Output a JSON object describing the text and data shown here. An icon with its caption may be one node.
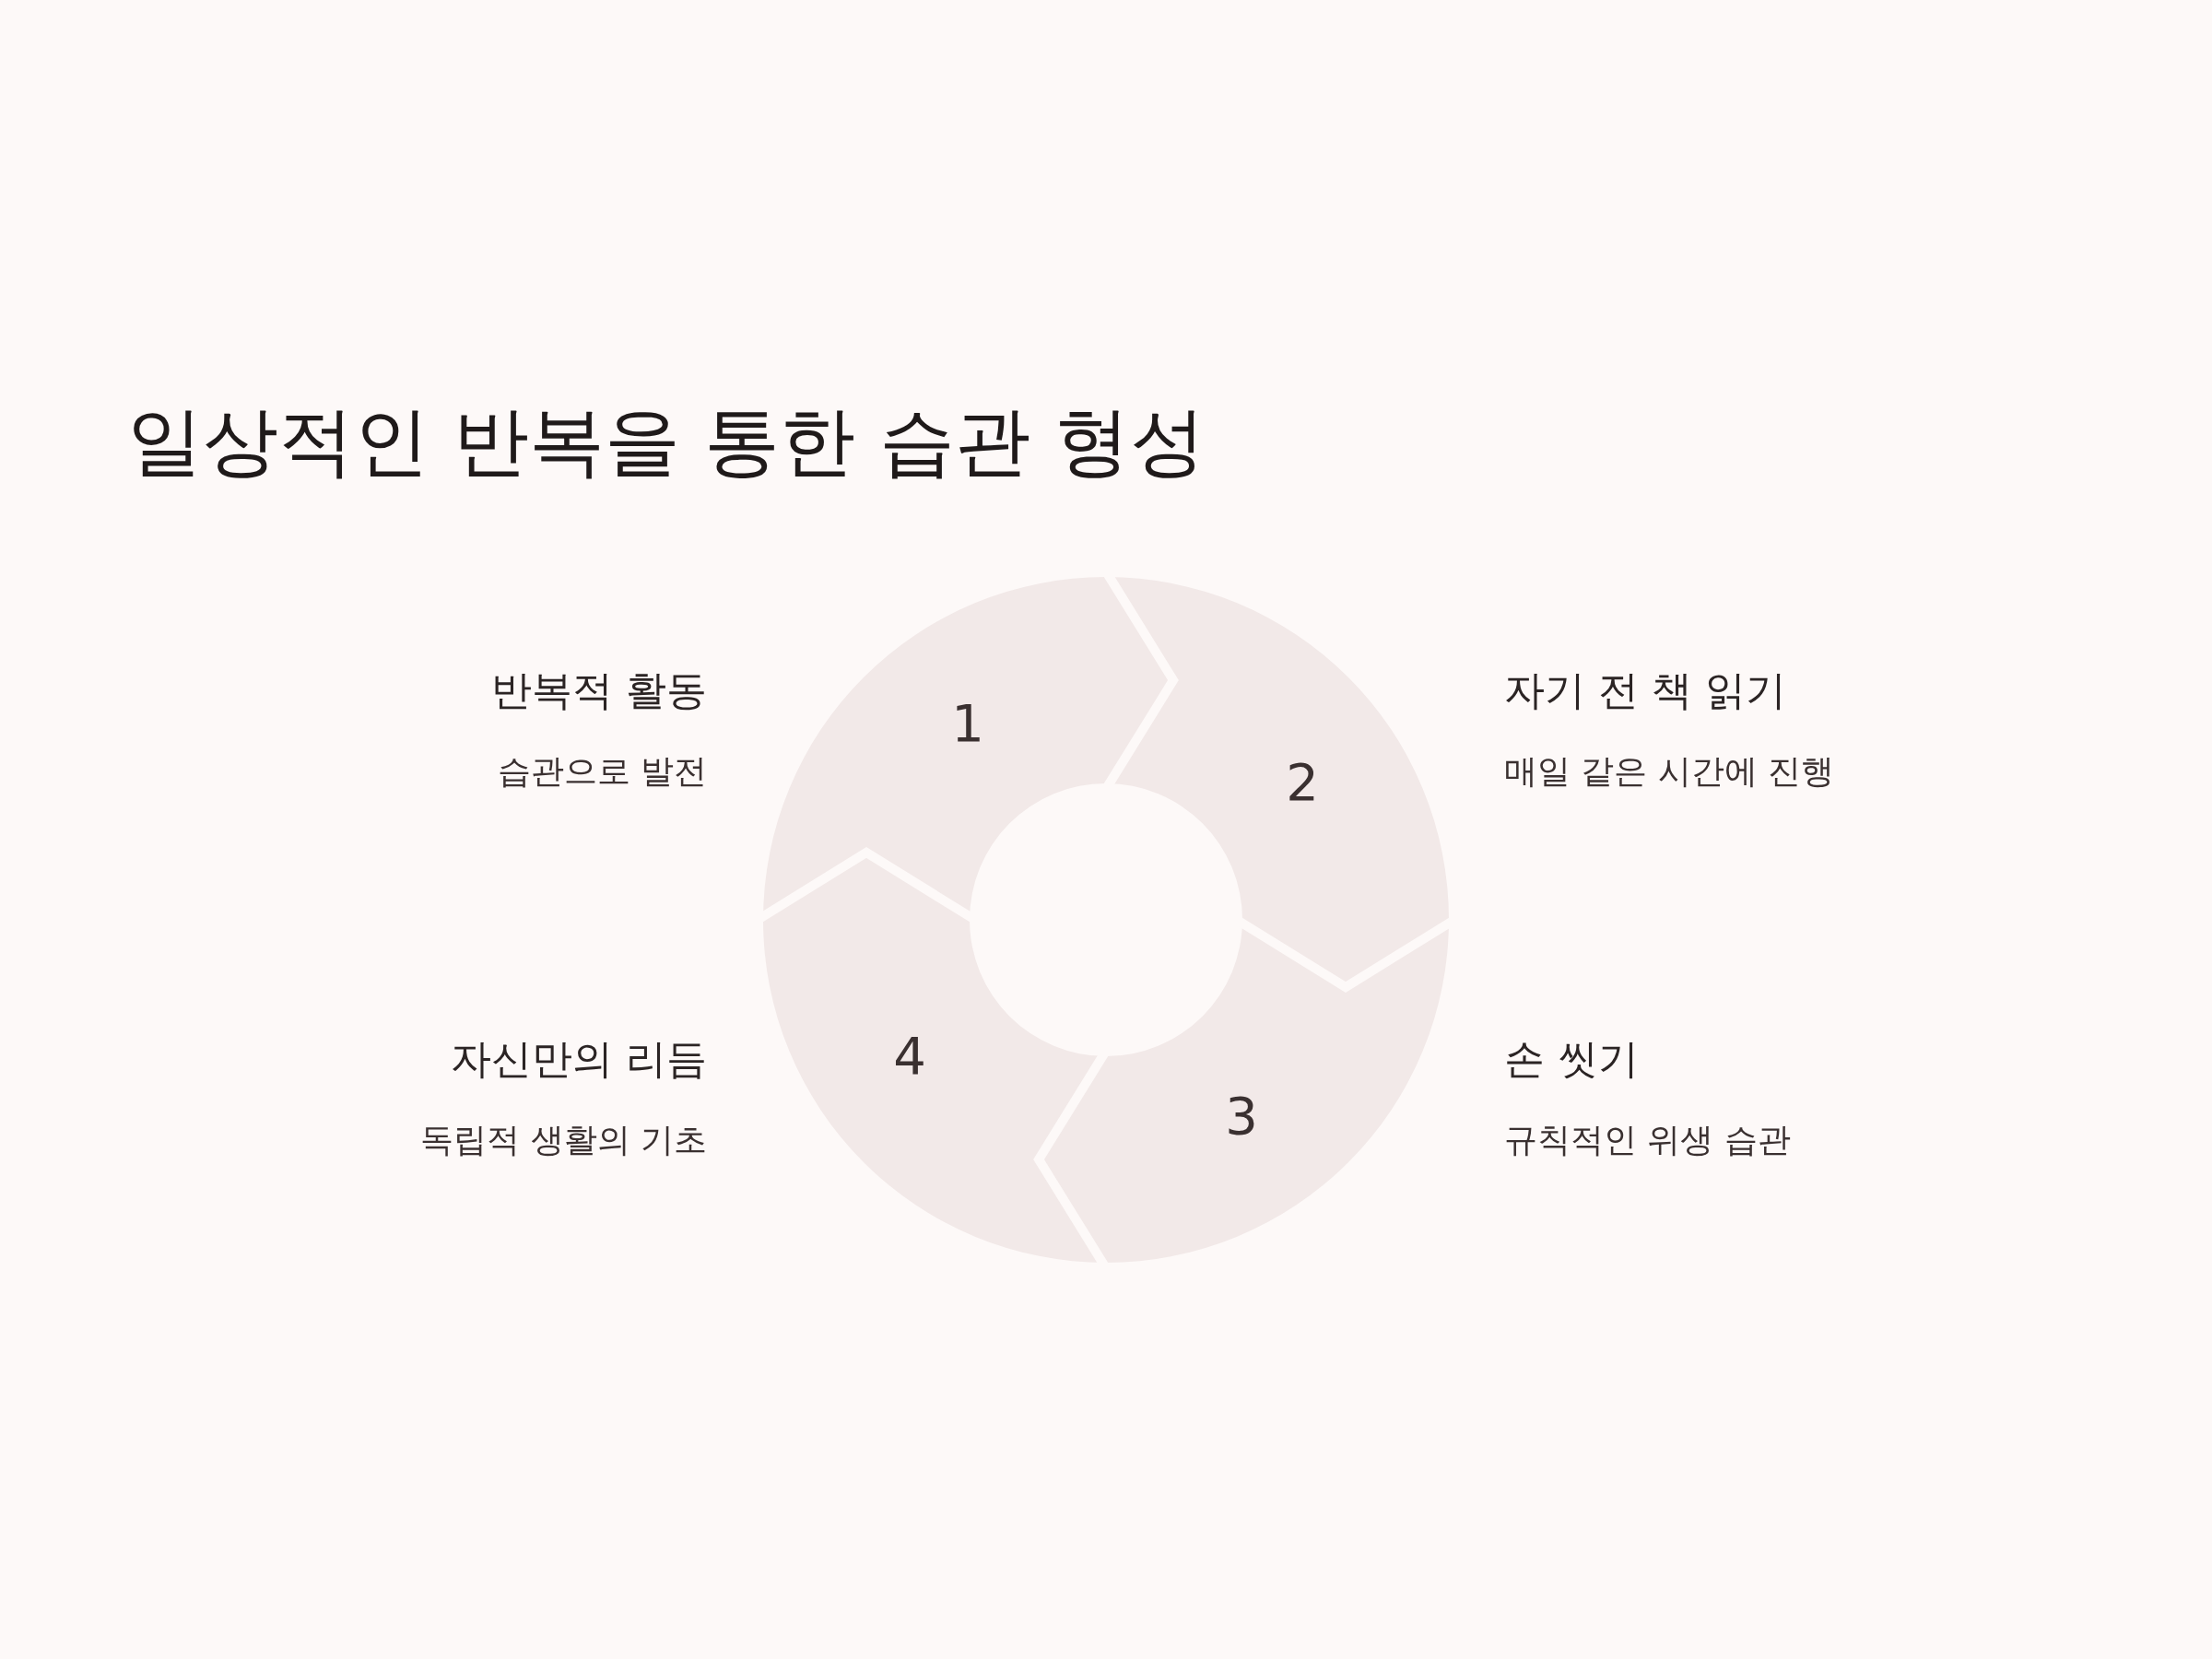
{
  "diagram": {
    "title": "일상적인 반복을 통한 습관 형성",
    "nodes": [
      {
        "text": [
          "1"
        ],
        "beside": [
          "반복적 활동",
          "습관으로 발전"
        ]
      },
      {
        "text": [
          "2"
        ],
        "beside": [
          "자기 전 책 읽기",
          "매일 같은 시간에 진행"
        ]
      },
      {
        "text": [
          "3"
        ],
        "beside": [
          "손 씻기",
          "규칙적인 위생 습관"
        ]
      },
      {
        "text": [
          "4"
        ],
        "beside": [
          "자신만의 리듬",
          "독립적 생활의 기초"
        ]
      }
    ]
  }
}
